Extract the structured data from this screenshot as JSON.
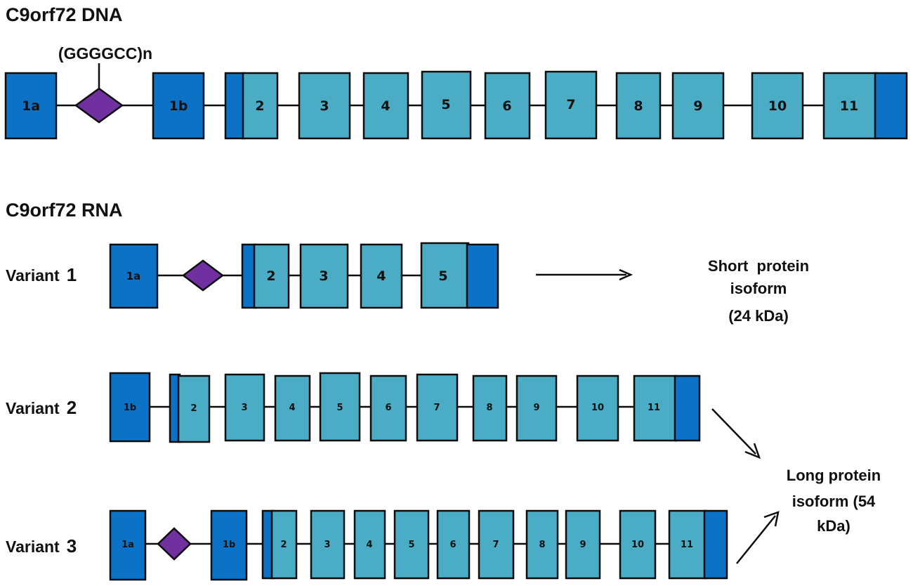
{
  "colors": {
    "exon_coding": "#4bacc6",
    "exon_noncoding": "#0b72c5",
    "repeat_marker": "#7030a0",
    "stroke": "#0d0d0d"
  },
  "dna": {
    "title": "C9orf72 DNA",
    "repeat_label": "(GGGGCC)n",
    "exons": [
      "1a",
      "1b",
      "2",
      "3",
      "4",
      "5",
      "6",
      "7",
      "8",
      "9",
      "10",
      "11"
    ]
  },
  "rna": {
    "title": "C9orf72 RNA",
    "variants": [
      {
        "label": "Variant",
        "number": "1",
        "exons": [
          "1a",
          "2",
          "3",
          "4",
          "5"
        ]
      },
      {
        "label": "Variant",
        "number": "2",
        "exons": [
          "1b",
          "2",
          "3",
          "4",
          "5",
          "6",
          "7",
          "8",
          "9",
          "10",
          "11"
        ]
      },
      {
        "label": "Variant",
        "number": "3",
        "exons": [
          "1a",
          "1b",
          "2",
          "3",
          "4",
          "5",
          "6",
          "7",
          "8",
          "9",
          "10",
          "11"
        ]
      }
    ]
  },
  "outcomes": {
    "short": [
      "Short  protein",
      "isoform",
      "(24 kDa)"
    ],
    "long": [
      "Long protein",
      "isoform (54",
      "kDa)"
    ]
  }
}
